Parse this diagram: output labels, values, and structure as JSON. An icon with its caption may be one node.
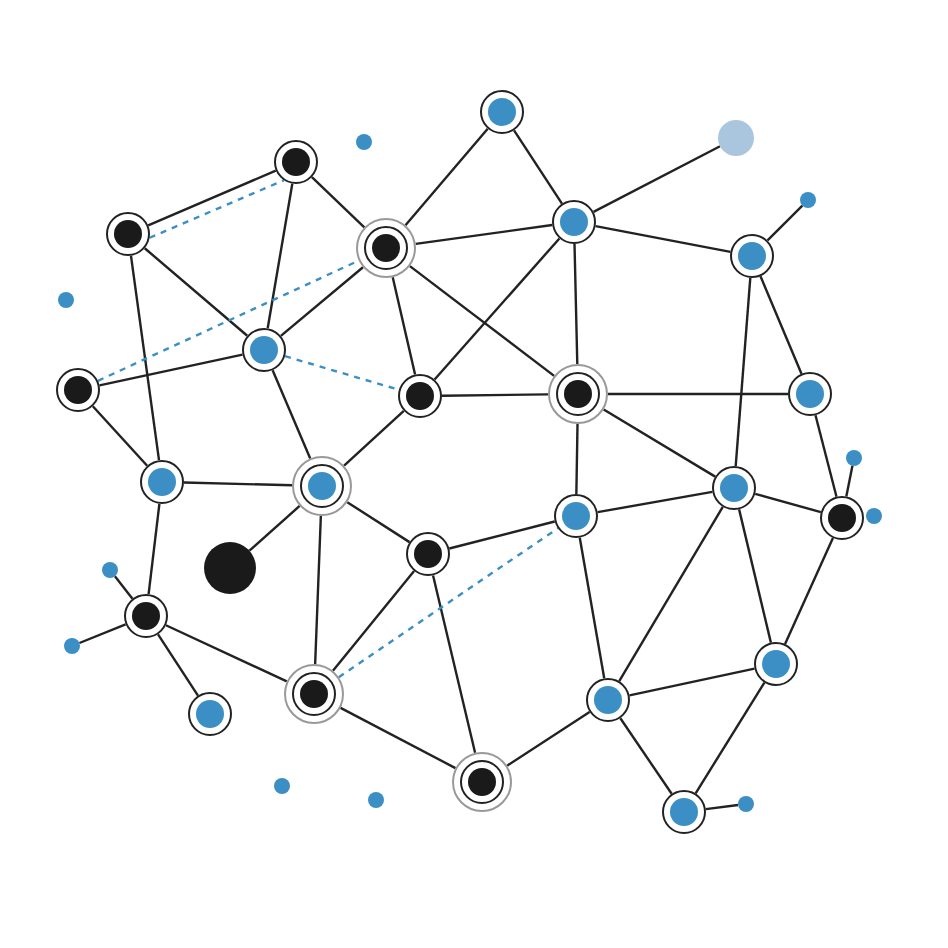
{
  "diagram": {
    "nodes": [
      {
        "text": [],
        "shape": "circle"
      },
      {
        "text": [],
        "shape": "circle"
      },
      {
        "text": [],
        "shape": "circle"
      },
      {
        "text": [],
        "shape": "circle"
      },
      {
        "text": [],
        "shape": "circle"
      },
      {
        "text": [],
        "shape": "circle"
      },
      {
        "text": [],
        "shape": "circle"
      },
      {
        "text": [],
        "shape": "circle"
      },
      {
        "text": [],
        "shape": "circle"
      },
      {
        "text": [],
        "shape": "circle"
      },
      {
        "text": [],
        "shape": "circle"
      },
      {
        "text": [],
        "shape": "circle"
      },
      {
        "text": [],
        "shape": "circle"
      },
      {
        "text": [],
        "shape": "circle"
      },
      {
        "text": [],
        "shape": "circle"
      },
      {
        "text": [],
        "shape": "circle"
      },
      {
        "text": [],
        "shape": "circle"
      },
      {
        "text": [],
        "shape": "circle"
      },
      {
        "text": [],
        "shape": "circle"
      },
      {
        "text": [],
        "shape": "circle"
      },
      {
        "text": [],
        "shape": "circle"
      },
      {
        "text": [],
        "shape": "circle"
      },
      {
        "text": [],
        "shape": "circle"
      },
      {
        "text": [],
        "shape": "circle"
      },
      {
        "text": [],
        "shape": "circle"
      },
      {
        "text": [],
        "shape": "circle"
      },
      {
        "text": [],
        "shape": "circle"
      },
      {
        "text": [],
        "shape": "circle"
      },
      {
        "text": [],
        "shape": "circle"
      },
      {
        "text": [],
        "shape": "circle"
      },
      {
        "text": [],
        "shape": "circle"
      },
      {
        "text": [],
        "shape": "circle"
      },
      {
        "text": [],
        "shape": "circle"
      },
      {
        "text": [],
        "shape": "circle"
      },
      {
        "text": [],
        "shape": "circle"
      },
      {
        "text": [],
        "shape": "circle"
      }
    ],
    "edges": [
      {
        "from": 0,
        "to": 5,
        "arrow": "none"
      },
      {
        "from": 0,
        "to": 4,
        "arrow": "none"
      },
      {
        "from": 5,
        "to": 1,
        "arrow": "none"
      },
      {
        "from": 5,
        "to": 6,
        "arrow": "none"
      },
      {
        "from": 5,
        "to": 10,
        "arrow": "none"
      },
      {
        "from": 5,
        "to": 9,
        "arrow": "none"
      },
      {
        "from": 4,
        "to": 5,
        "arrow": "none"
      },
      {
        "from": 2,
        "to": 4,
        "arrow": "none"
      },
      {
        "from": 2,
        "to": 3,
        "arrow": "none"
      },
      {
        "from": 2,
        "to": 7,
        "arrow": "none"
      },
      {
        "from": 3,
        "to": 7,
        "arrow": "none"
      },
      {
        "from": 3,
        "to": 12,
        "arrow": "none"
      },
      {
        "from": 4,
        "to": 7,
        "arrow": "none"
      },
      {
        "from": 4,
        "to": 9,
        "arrow": "none"
      },
      {
        "from": 4,
        "to": 10,
        "arrow": "none"
      },
      {
        "from": 7,
        "to": 8,
        "arrow": "none"
      },
      {
        "from": 7,
        "to": 13,
        "arrow": "none"
      },
      {
        "from": 8,
        "to": 12,
        "arrow": "none"
      },
      {
        "from": 9,
        "to": 10,
        "arrow": "none"
      },
      {
        "from": 9,
        "to": 13,
        "arrow": "none"
      },
      {
        "from": 10,
        "to": 14,
        "arrow": "none"
      },
      {
        "from": 10,
        "to": 11,
        "arrow": "none"
      },
      {
        "from": 10,
        "to": 15,
        "arrow": "none"
      },
      {
        "from": 6,
        "to": 11,
        "arrow": "none"
      },
      {
        "from": 6,
        "to": 15,
        "arrow": "none"
      },
      {
        "from": 11,
        "to": 16,
        "arrow": "none"
      },
      {
        "from": 15,
        "to": 16,
        "arrow": "none"
      },
      {
        "from": 15,
        "to": 14,
        "arrow": "none"
      },
      {
        "from": 14,
        "to": 18,
        "arrow": "none"
      },
      {
        "from": 14,
        "to": 22,
        "arrow": "none"
      },
      {
        "from": 15,
        "to": 22,
        "arrow": "none"
      },
      {
        "from": 15,
        "to": 23,
        "arrow": "none"
      },
      {
        "from": 16,
        "to": 23,
        "arrow": "none"
      },
      {
        "from": 13,
        "to": 18,
        "arrow": "none"
      },
      {
        "from": 13,
        "to": 17,
        "arrow": "none"
      },
      {
        "from": 12,
        "to": 13,
        "arrow": "none"
      },
      {
        "from": 12,
        "to": 19,
        "arrow": "none"
      },
      {
        "from": 13,
        "to": 21,
        "arrow": "none"
      },
      {
        "from": 18,
        "to": 21,
        "arrow": "none"
      },
      {
        "from": 18,
        "to": 24,
        "arrow": "none"
      },
      {
        "from": 19,
        "to": 20,
        "arrow": "none"
      },
      {
        "from": 19,
        "to": 21,
        "arrow": "none"
      },
      {
        "from": 21,
        "to": 24,
        "arrow": "none"
      },
      {
        "from": 24,
        "to": 22,
        "arrow": "none"
      },
      {
        "from": 22,
        "to": 23,
        "arrow": "none"
      },
      {
        "from": 22,
        "to": 25,
        "arrow": "none"
      },
      {
        "from": 23,
        "to": 25,
        "arrow": "none"
      },
      {
        "from": 6,
        "to": 27,
        "arrow": "none"
      },
      {
        "from": 25,
        "to": 34,
        "arrow": "none"
      },
      {
        "from": 19,
        "to": 30,
        "arrow": "none"
      },
      {
        "from": 19,
        "to": 31,
        "arrow": "none"
      },
      {
        "from": 16,
        "to": 29,
        "arrow": "none"
      },
      {
        "from": 8,
        "to": 4,
        "arrow": "none",
        "style": "dashed",
        "color": "#3b8fc4"
      },
      {
        "from": 21,
        "to": 14,
        "arrow": "none",
        "style": "dashed",
        "color": "#3b8fc4"
      },
      {
        "from": 3,
        "to": 2,
        "arrow": "none",
        "style": "dashed",
        "color": "#3b8fc4"
      },
      {
        "from": 7,
        "to": 9,
        "arrow": "none",
        "style": "dashed",
        "color": "#3b8fc4"
      }
    ]
  }
}
